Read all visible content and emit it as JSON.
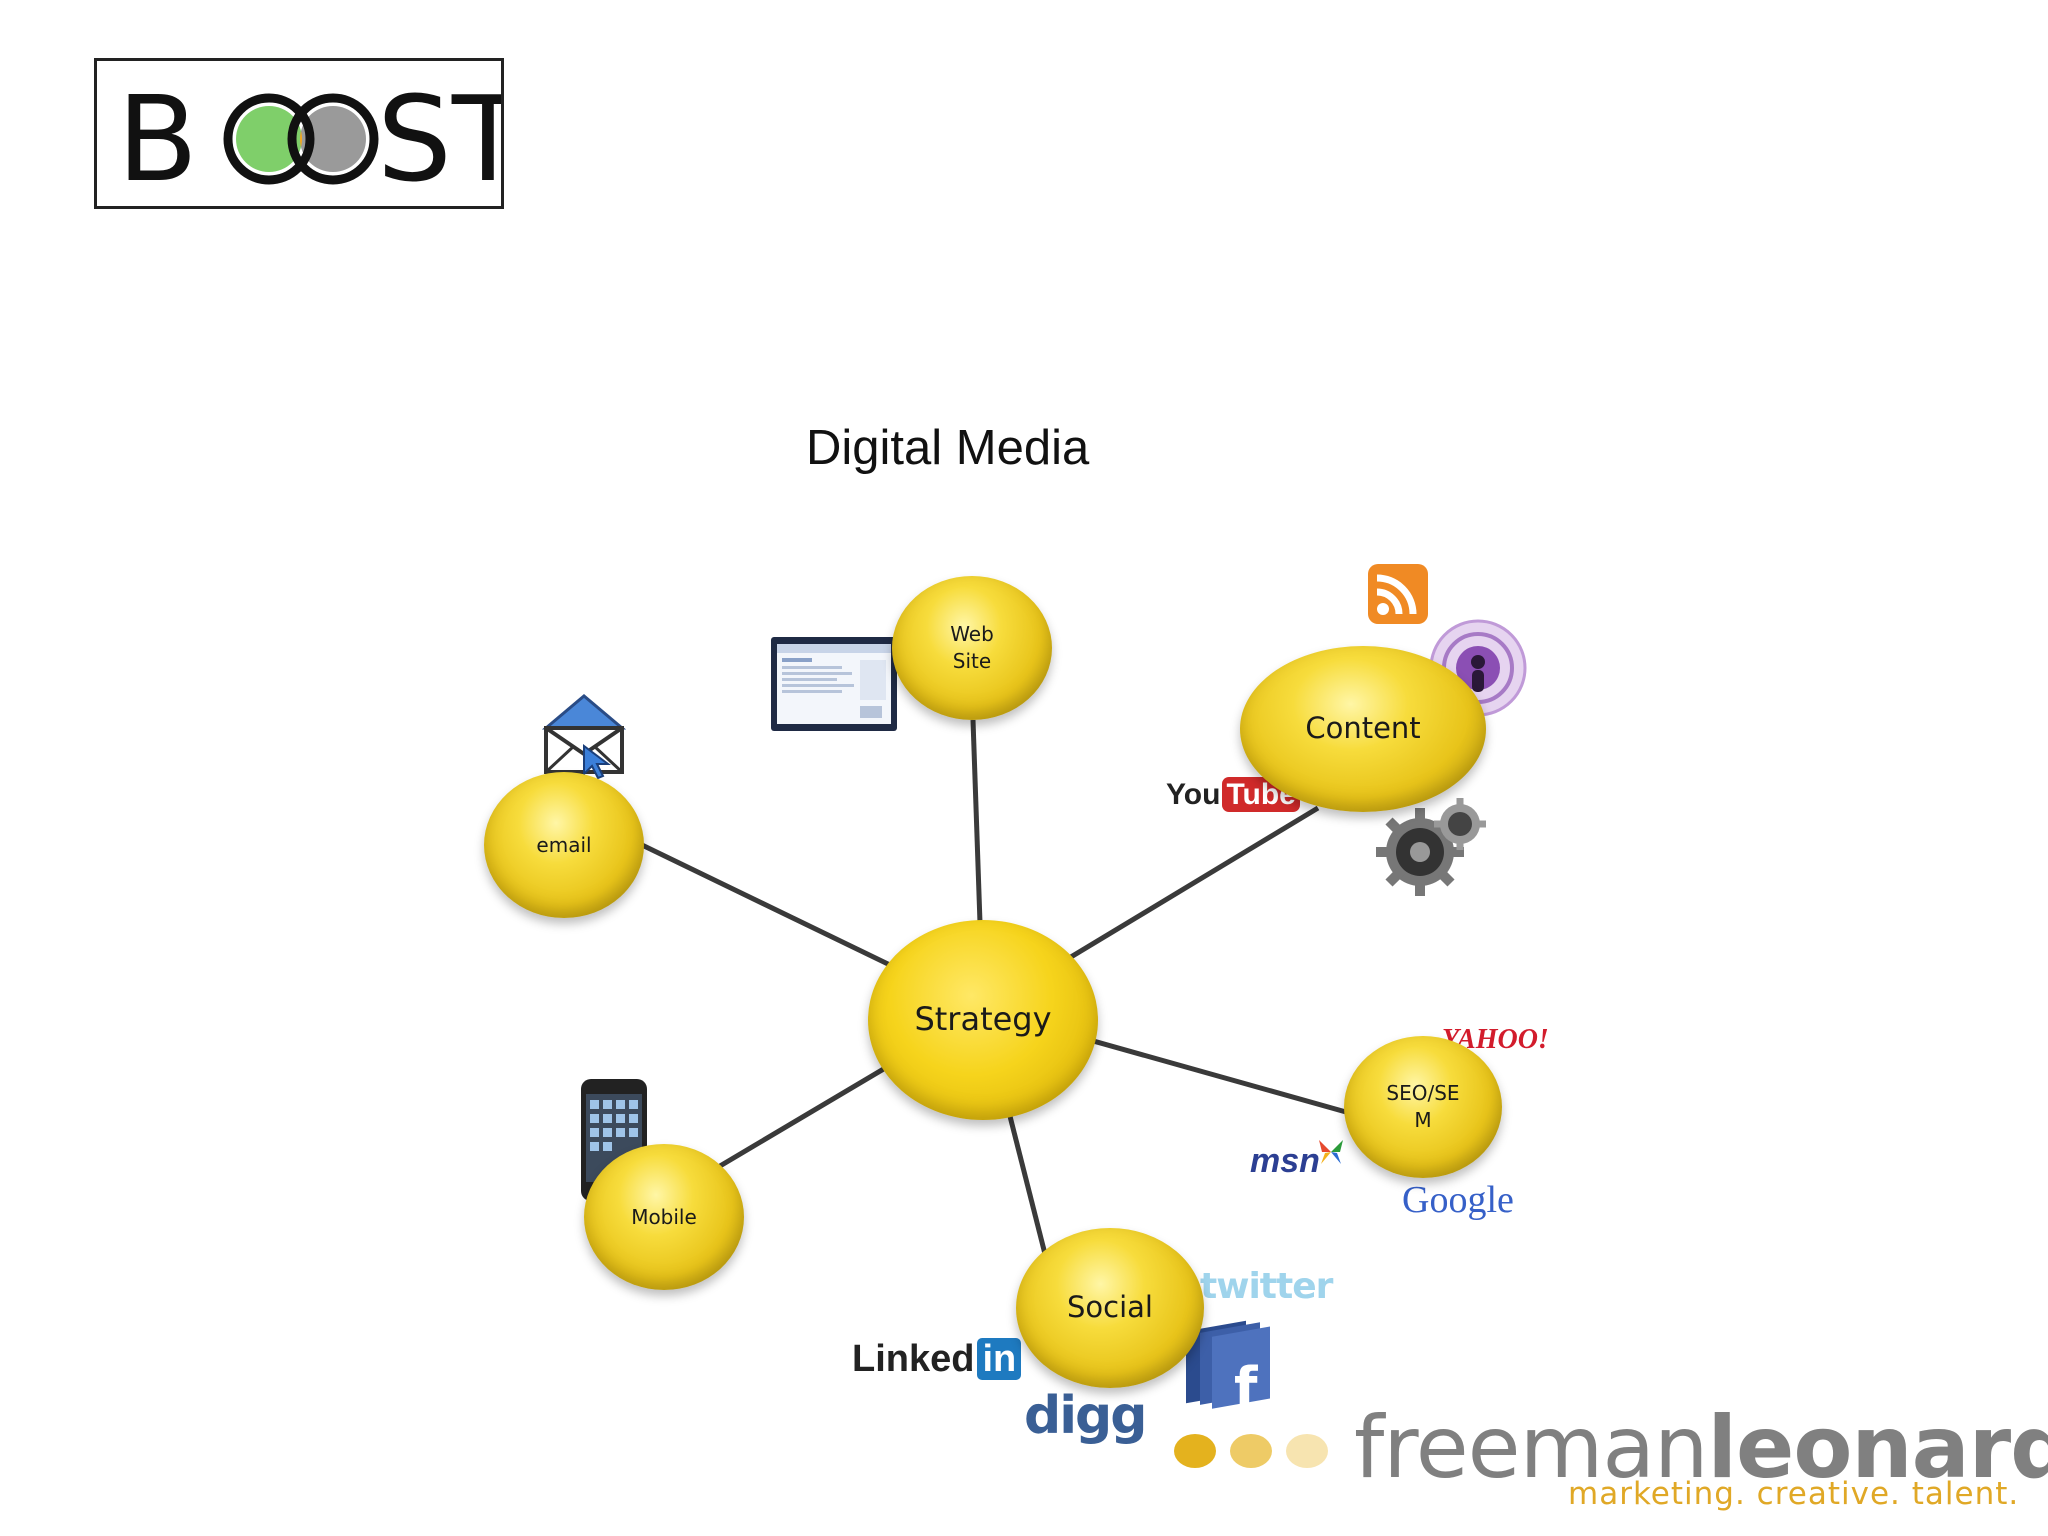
{
  "logo": {
    "text": "BOOST",
    "colors": {
      "left_circle": "#7fcf6a",
      "overlap": "#f2a81d",
      "right_circle": "#9a9a9a"
    }
  },
  "title": "Digital Media",
  "diagram": {
    "center": {
      "label": "Strategy"
    },
    "nodes": [
      {
        "id": "web-site",
        "label_line1": "Web",
        "label_line2": "Site"
      },
      {
        "id": "content",
        "label": "Content"
      },
      {
        "id": "email",
        "label": "email"
      },
      {
        "id": "seo",
        "label_line1": "SEO/SE",
        "label_line2": "M"
      },
      {
        "id": "mobile",
        "label": "Mobile"
      },
      {
        "id": "social",
        "label": "Social"
      }
    ],
    "brands": {
      "youtube_you": "You",
      "youtube_tube": "Tube",
      "yahoo": "YAHOO!",
      "msn": "msn",
      "google": "Google",
      "twitter": "twitter",
      "linkedin_linked": "Linked",
      "linkedin_in": "in",
      "digg": "digg",
      "facebook": "f"
    },
    "colors": {
      "node_yellow": "#f2d22a",
      "connector": "#3a3a3a"
    }
  },
  "footer_logo": {
    "name_light": "freeman",
    "name_bold": "leonard",
    "tagline": "marketing. creative. talent.",
    "dot_colors": [
      "#e4b21e",
      "#eecb66",
      "#f7e4b0"
    ]
  }
}
